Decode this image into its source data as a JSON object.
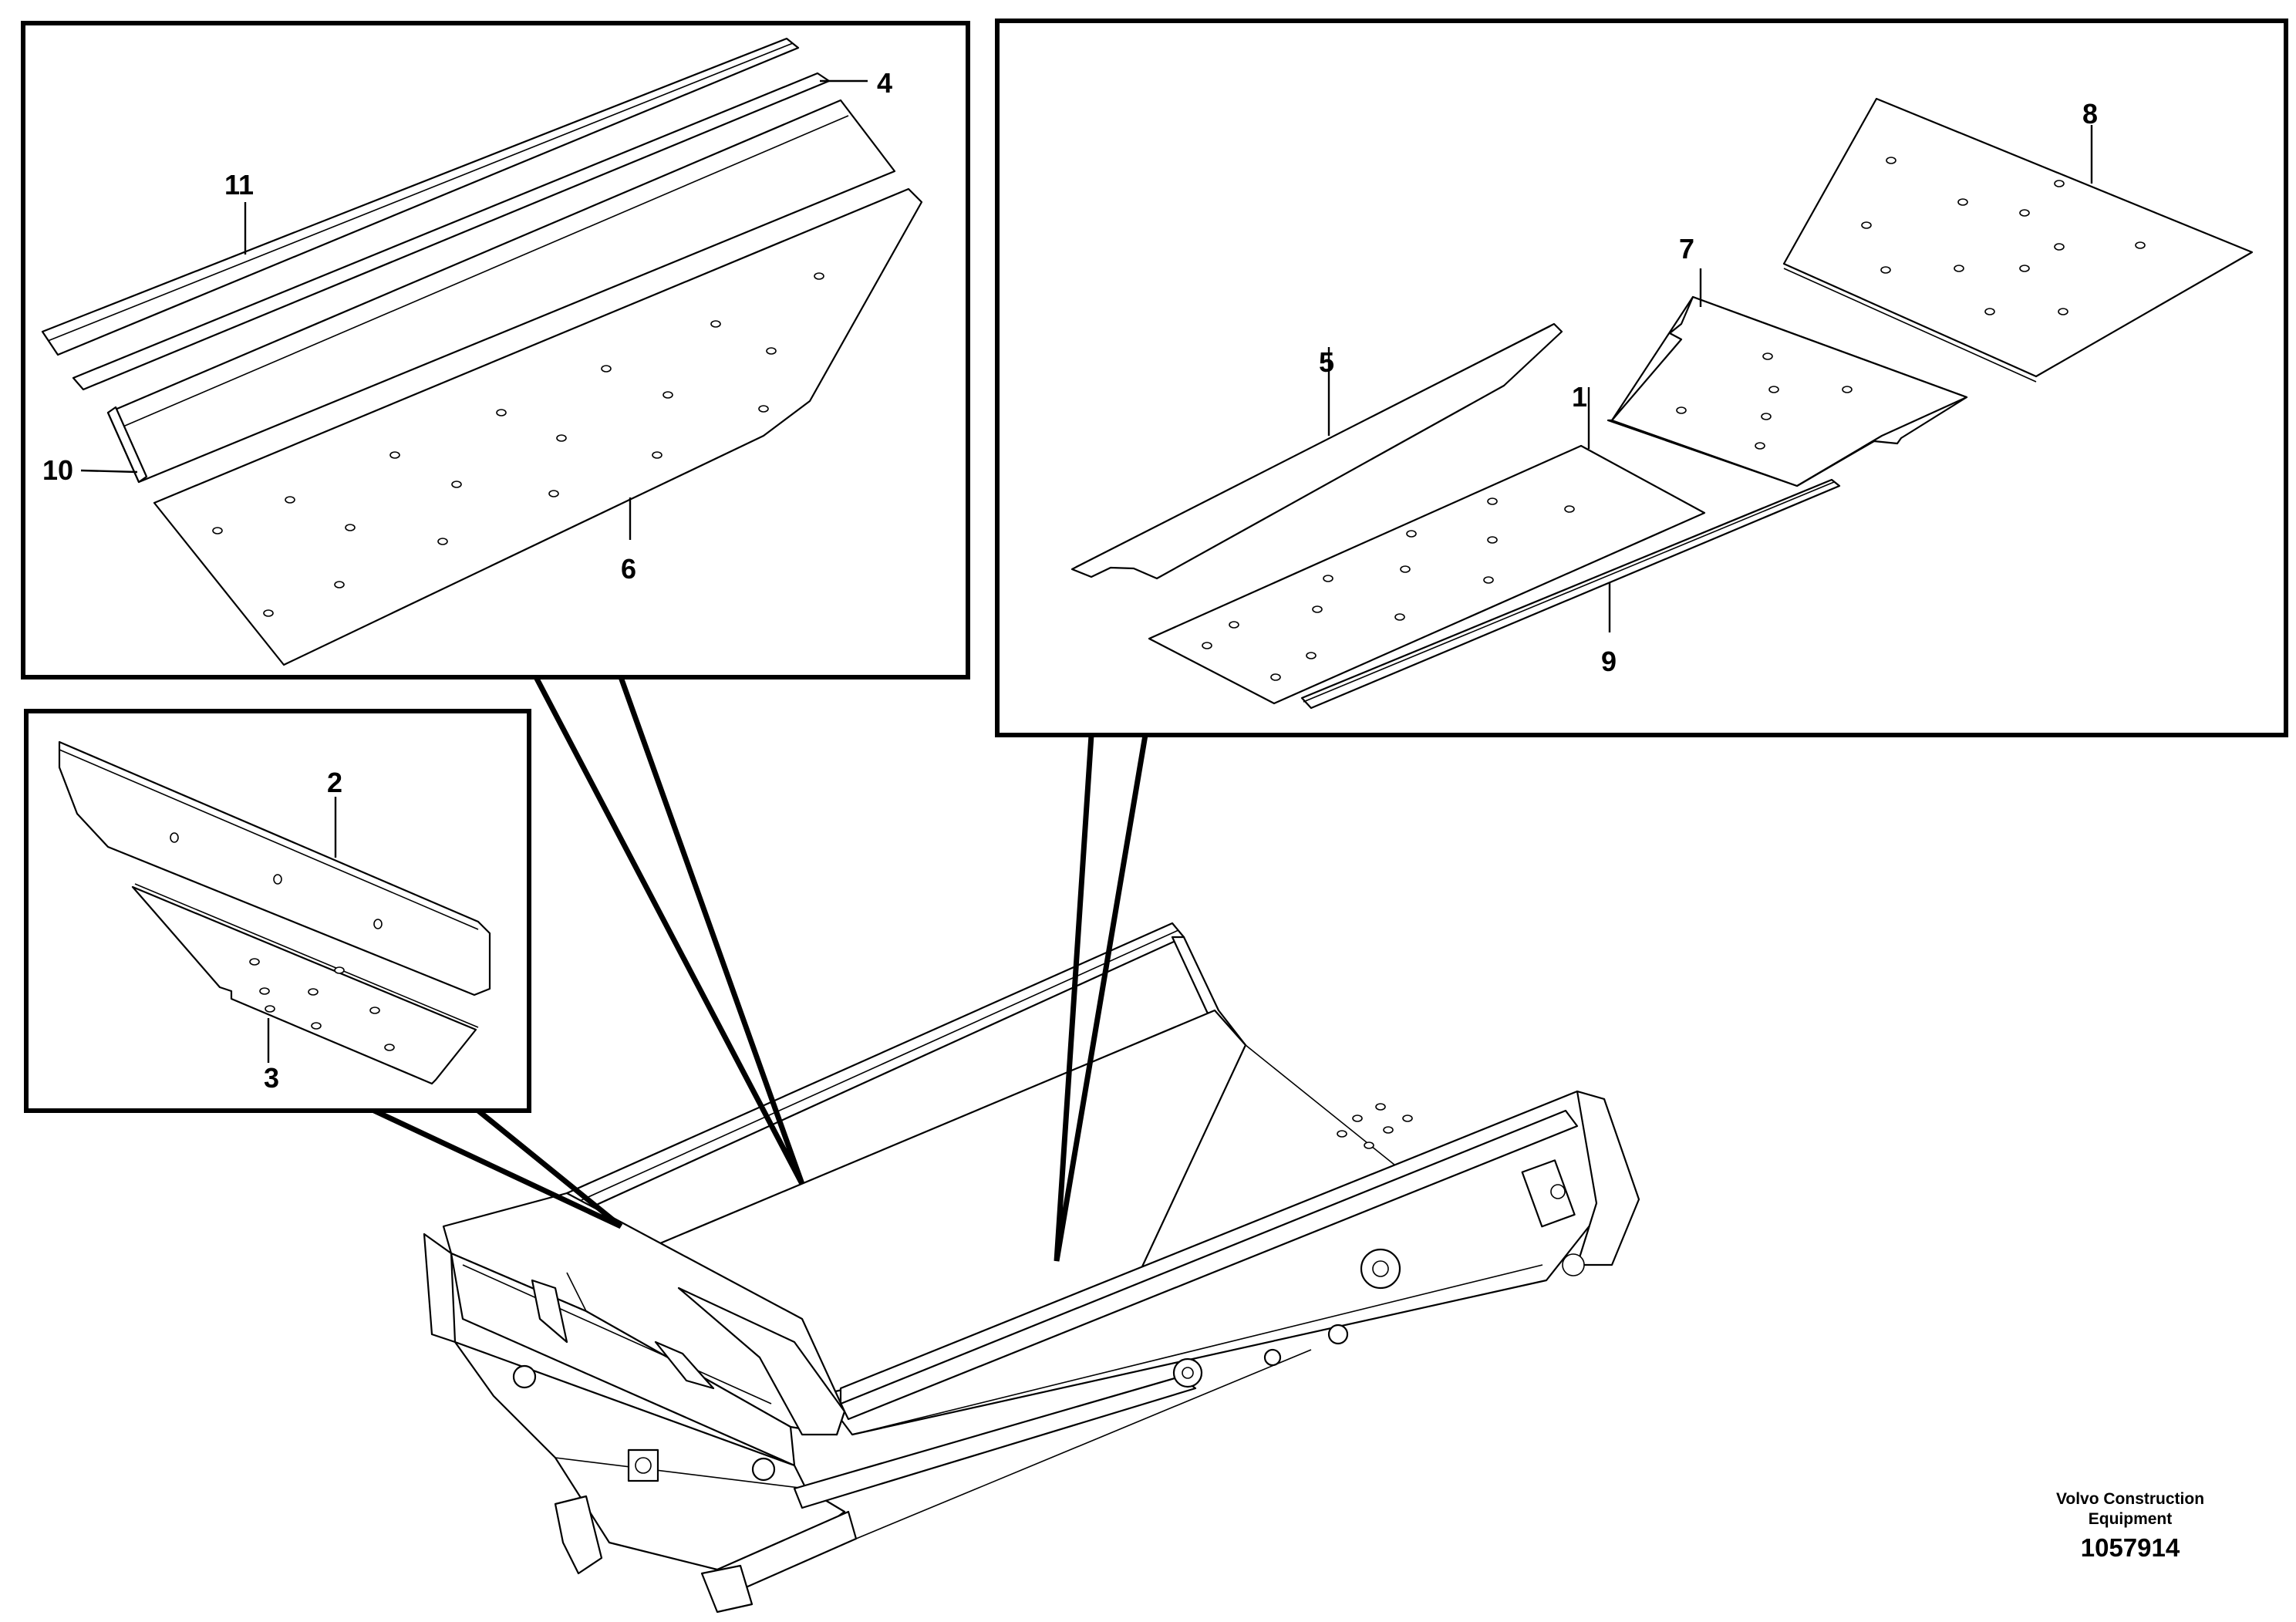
{
  "callouts": {
    "c1": "1",
    "c2": "2",
    "c3": "3",
    "c4": "4",
    "c5": "5",
    "c6": "6",
    "c7": "7",
    "c8": "8",
    "c9": "9",
    "c10": "10",
    "c11": "11"
  },
  "footer": {
    "brand_line1": "Volvo Construction",
    "brand_line2": "Equipment",
    "doc_number": "1057914"
  }
}
